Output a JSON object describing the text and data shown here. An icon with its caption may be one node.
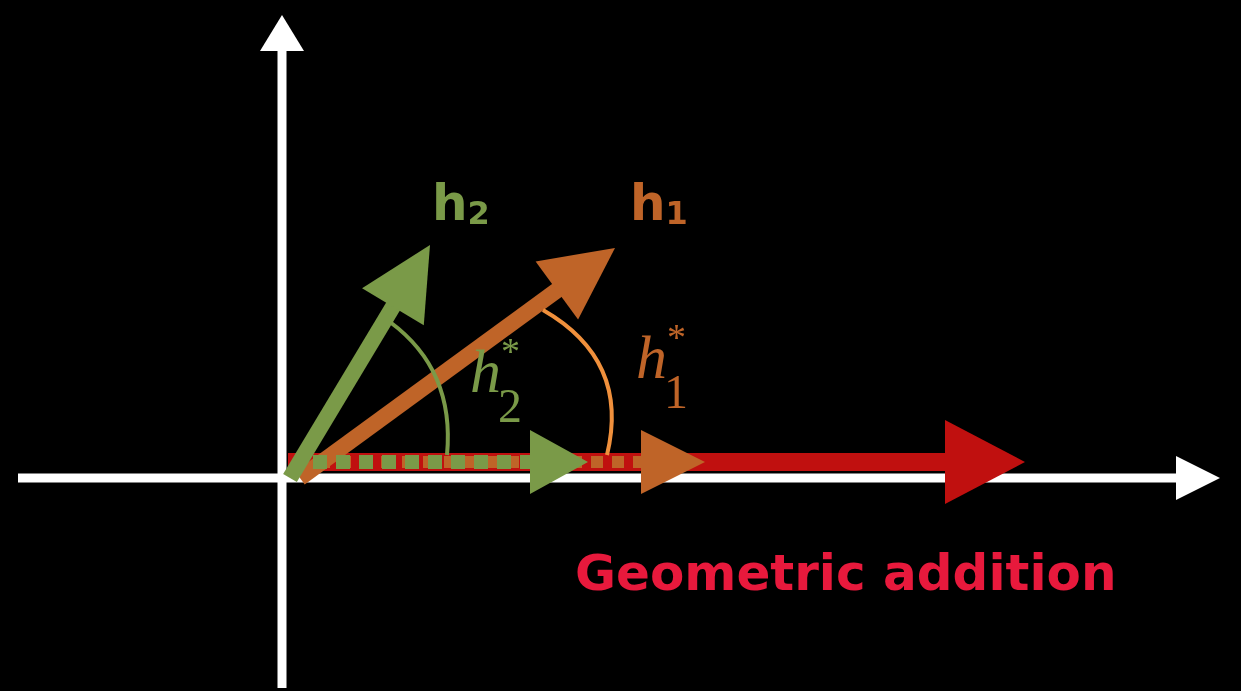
{
  "diagram": {
    "labels": [
      "h$_{2}$",
      "h$_{1}$",
      "*h*$^{*}$$_{2}$",
      "*h*$^{*}$$_{1}$",
      "Geometric addition"
    ]
  }
}
